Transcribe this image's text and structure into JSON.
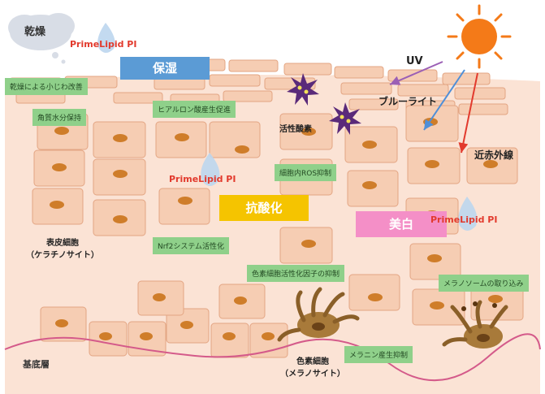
{
  "labels": {
    "dry": "乾燥",
    "primelipid": "PrimeLipid PI",
    "moisture": "保湿",
    "uv": "UV",
    "blue_light": "ブルーライト",
    "near_infrared": "近赤外線",
    "dryness_wrinkle": "乾燥による小じわ改善",
    "skin_water": "角質水分保持",
    "hyaluronic": "ヒアルロン酸産生促進",
    "active_oxygen": "活性酸素",
    "ros_suppression": "細胞内ROS抑制",
    "antioxidant": "抗酸化",
    "whitening": "美白",
    "nrf2": "Nrf2システム活性化",
    "melanocyte_factor": "色素細胞活性化因子の抑制",
    "melanosome": "メラノソームの取り込み",
    "melanin_suppression": "メラニン産生抑制",
    "keratinocyte_line1": "表皮細胞",
    "keratinocyte_line2": "（ケラチノサイト）",
    "melanocyte_line1": "色素細胞",
    "melanocyte_line2": "（メラノサイト）",
    "basal_layer": "基底層"
  },
  "colors": {
    "cell": "#f6cdb3",
    "cell_border": "#e3a583",
    "nucleus": "#cf7d2a",
    "green_box": "#8fd08a",
    "moisture_box": "#5b9bd5",
    "antioxidant_box": "#f5c400",
    "whitening_box": "#f48fc7",
    "sun": "#f47a18",
    "brand_red": "#e23a2d",
    "basement_line": "#d45a8a"
  },
  "icons": [
    "sun-icon",
    "cloud-icon",
    "water-drop-icon",
    "free-radical-icon",
    "melanocyte-icon",
    "arrow-icon"
  ]
}
